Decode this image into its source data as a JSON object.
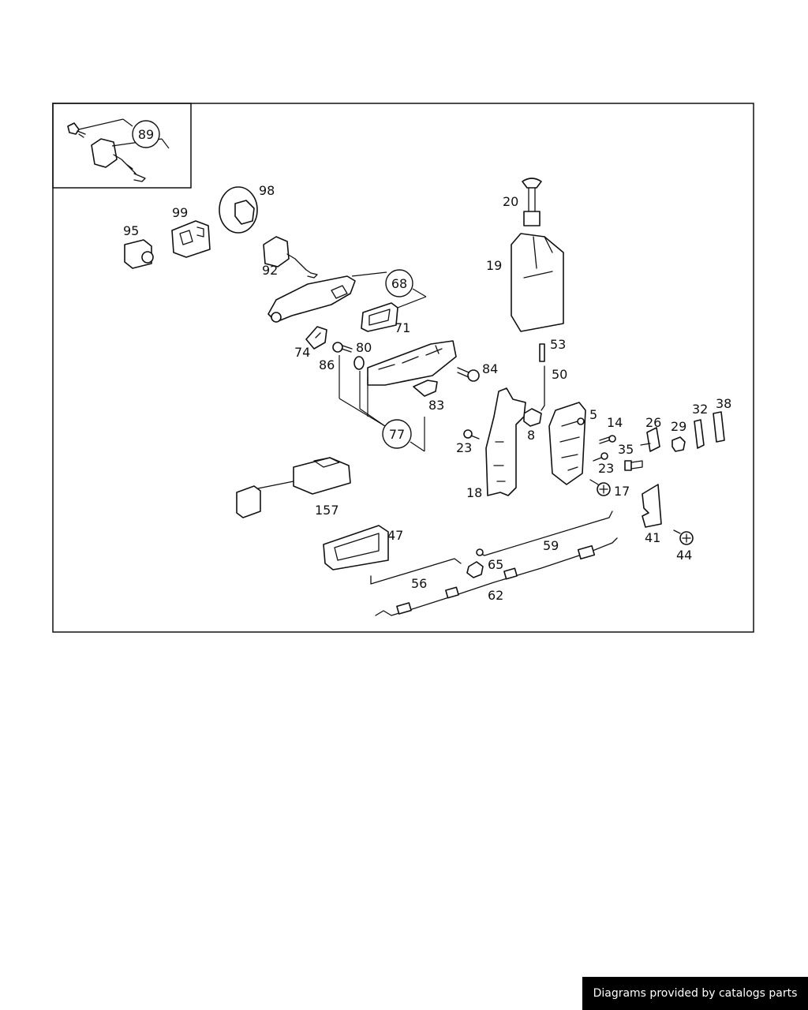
{
  "callouts": {
    "c89": "89",
    "c98": "98",
    "c99": "99",
    "c95": "95",
    "c92": "92",
    "c68": "68",
    "c71": "71",
    "c74": "74",
    "c80": "80",
    "c86": "86",
    "c84": "84",
    "c83": "83",
    "c77": "77",
    "c157": "157",
    "c47": "47",
    "c56": "56",
    "c65": "65",
    "c62": "62",
    "c59": "59",
    "c20": "20",
    "c19": "19",
    "c53": "53",
    "c50": "50",
    "c5": "5",
    "c8": "8",
    "c23a": "23",
    "c23b": "23",
    "c18": "18",
    "c14": "14",
    "c35": "35",
    "c17": "17",
    "c26": "26",
    "c29": "29",
    "c32": "32",
    "c38": "38",
    "c41": "41",
    "c44": "44"
  },
  "footer": {
    "credit": "Diagrams provided by catalogs parts"
  }
}
